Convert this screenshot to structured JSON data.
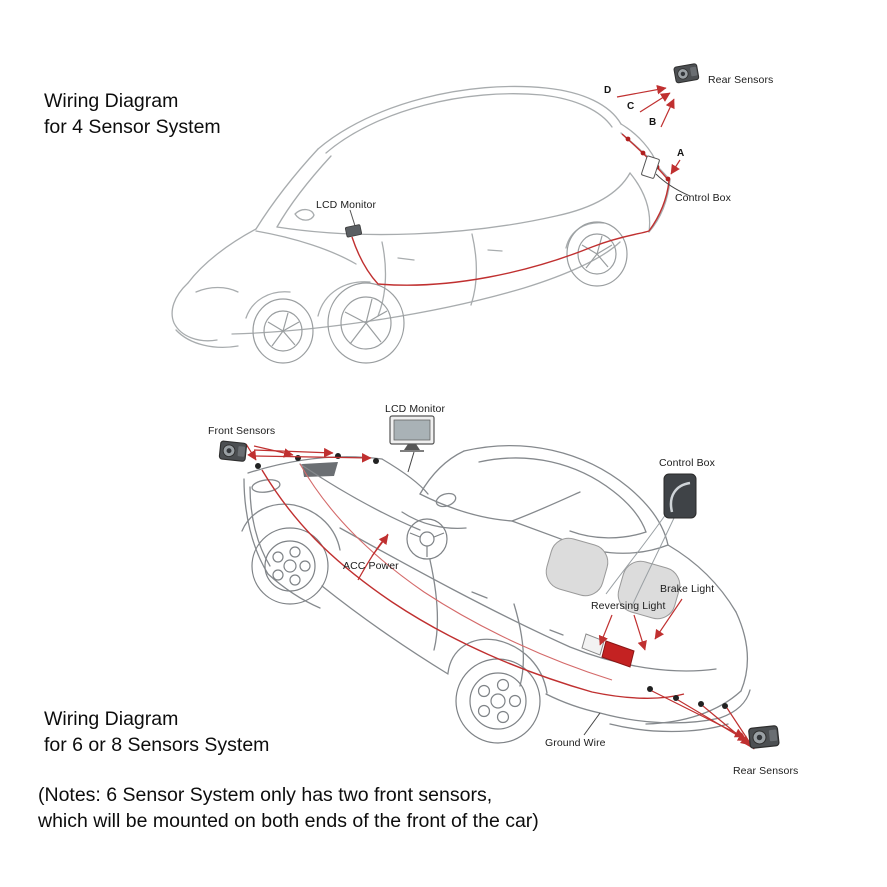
{
  "colors": {
    "wire_red": "#c03030",
    "sketch_gray_light": "#a8acae",
    "sketch_gray": "#85898d",
    "tail_light_red": "#c42222",
    "text": "#1a1a1a",
    "background": "#ffffff"
  },
  "top": {
    "title_line1": "Wiring Diagram",
    "title_line2": "for 4 Sensor System",
    "rear_sensors_label": "Rear Sensors",
    "control_box_label": "Control Box",
    "lcd_monitor_label": "LCD Monitor",
    "sensor_points": [
      "D",
      "C",
      "B",
      "A"
    ]
  },
  "bottom": {
    "title_line1": "Wiring Diagram",
    "title_line2": "for 6 or 8 Sensors System",
    "lcd_monitor_label": "LCD Monitor",
    "front_sensors_label": "Front Sensors",
    "control_box_label": "Control Box",
    "acc_power_label": "ACC Power",
    "reversing_light_label": "Reversing Light",
    "brake_light_label": "Brake Light",
    "ground_wire_label": "Ground Wire",
    "rear_sensors_label": "Rear Sensors"
  },
  "notes": {
    "line1": "(Notes: 6 Sensor System only has two front sensors,",
    "line2": "which will be mounted on both ends of the front of the car)"
  }
}
